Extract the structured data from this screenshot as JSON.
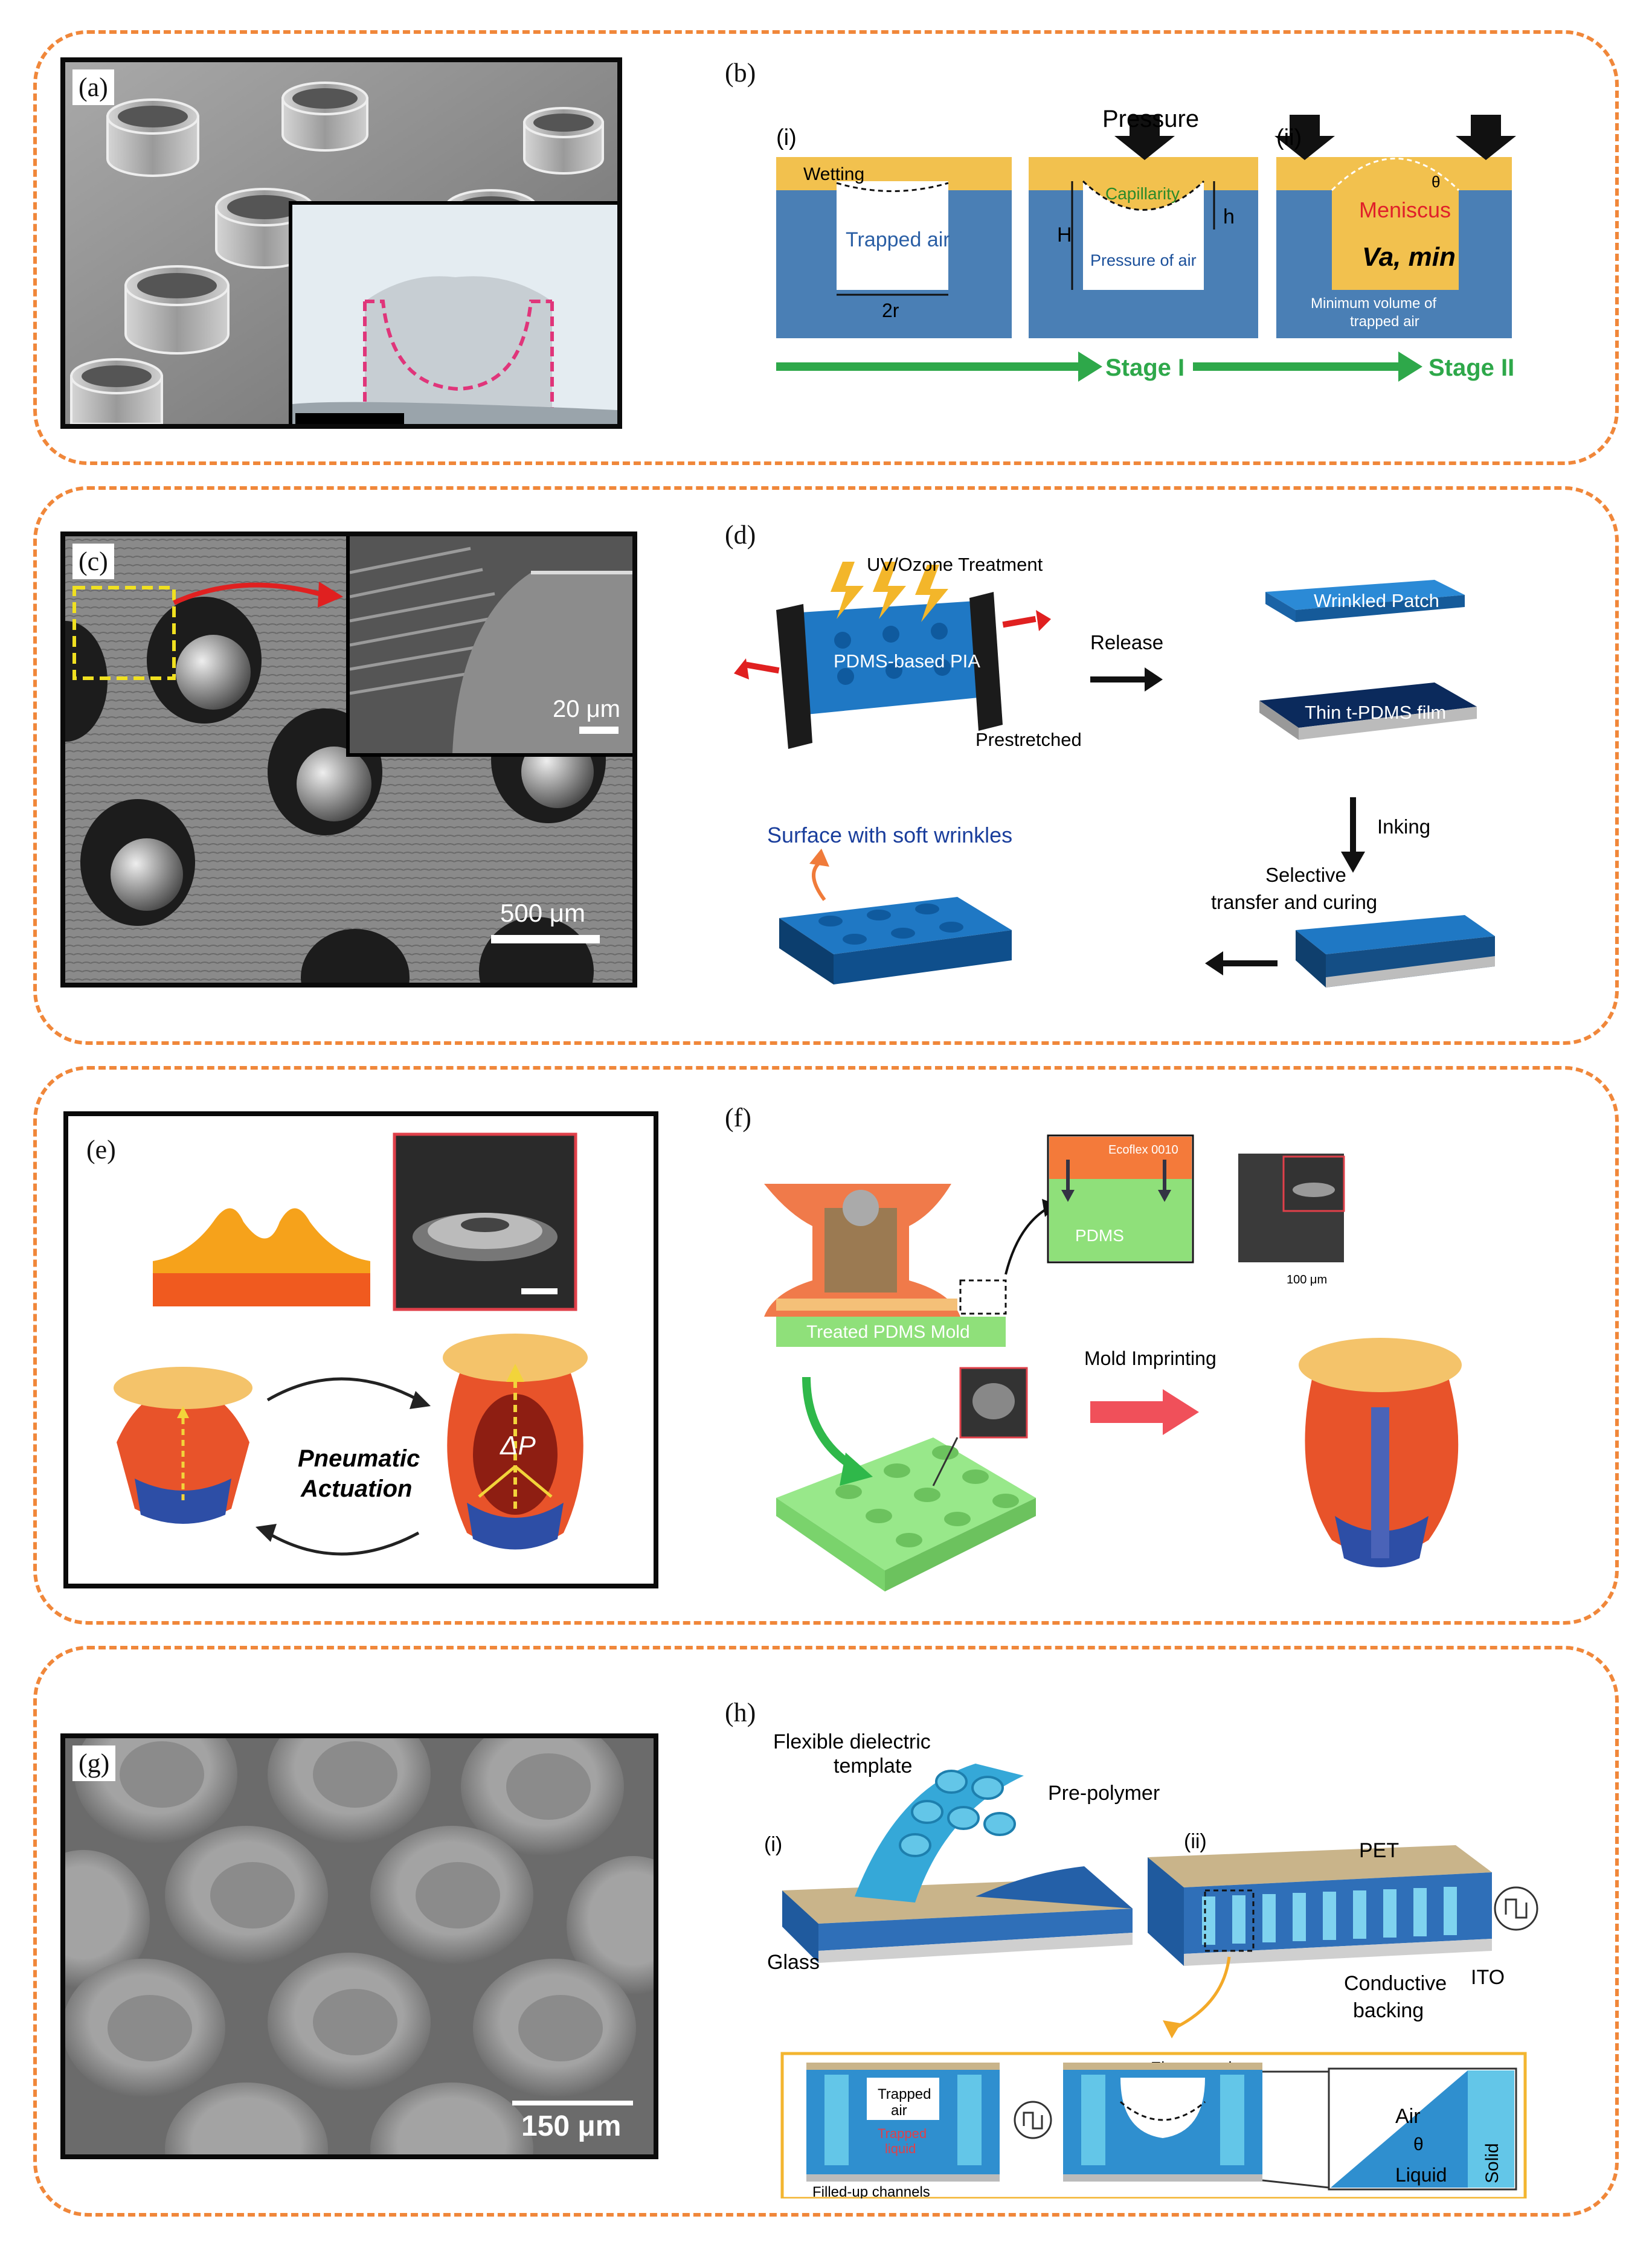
{
  "panels": {
    "a": {
      "label": "(a)"
    },
    "b": {
      "label": "(b)",
      "i": "(i)",
      "ii": "(ii)",
      "pressure": "Pressure",
      "wetting": "Wetting",
      "trapped_air": "Trapped air",
      "H": "H",
      "r2": "2r",
      "capillarity": "Capillarity",
      "h": "h",
      "pressure_of_air": "Pressure of air",
      "theta": "θ",
      "meniscus": "Meniscus",
      "va_min": "Va, min",
      "min_vol_1": "Minimum volume of",
      "min_vol_2": "trapped air",
      "stage1": "Stage I",
      "stage2": "Stage II"
    },
    "c": {
      "label": "(c)",
      "scale_inset": "20 μm",
      "scale_main": "500 μm"
    },
    "d": {
      "label": "(d)",
      "uv": "UV/Ozone Treatment",
      "pia": "PDMS-based PIA",
      "prestretched": "Prestretched",
      "release": "Release",
      "wrinkled_patch": "Wrinkled Patch",
      "thin_film": "Thin t-PDMS film",
      "inking": "Inking",
      "selective_1": "Selective",
      "selective_2": "transfer and curing",
      "surface": "Surface with soft wrinkles"
    },
    "e": {
      "label": "(e)",
      "pneumatic_1": "Pneumatic",
      "pneumatic_2": "Actuation",
      "delta_p": "ΔP"
    },
    "f": {
      "label": "(f)",
      "ecoflex": "Ecoflex 0010",
      "pdms": "PDMS",
      "treated_mold": "Treated PDMS Mold",
      "mold_imprinting": "Mold Imprinting",
      "scale": "100 μm"
    },
    "g": {
      "label": "(g)",
      "scale": "150 μm"
    },
    "h": {
      "label": "(h)",
      "flex_1": "Flexible dielectric",
      "flex_2": "template",
      "prepolymer": "Pre-polymer",
      "i": "(i)",
      "ii": "(ii)",
      "pet": "PET",
      "glass": "Glass",
      "ito": "ITO",
      "cond_1": "Conductive",
      "cond_2": "backing",
      "electrowetting": "Electrowetting",
      "trapped_air_1": "Trapped",
      "trapped_air_2": "air",
      "trapped_liquid_1": "Trapped",
      "trapped_liquid_2": "liquid",
      "filled": "Filled-up channels",
      "air": "Air",
      "theta": "θ",
      "liquid": "Liquid",
      "solid": "Solid"
    }
  },
  "colors": {
    "dash_border": "#f0873a",
    "stage_arrow": "#2ea84a",
    "diagram_blue": "#4a7fb5",
    "diagram_gold": "#f2c14e",
    "pdms_blue": "#1f78c4",
    "green_mold": "#8fe07a",
    "orange_actuator": "#e8532a"
  }
}
